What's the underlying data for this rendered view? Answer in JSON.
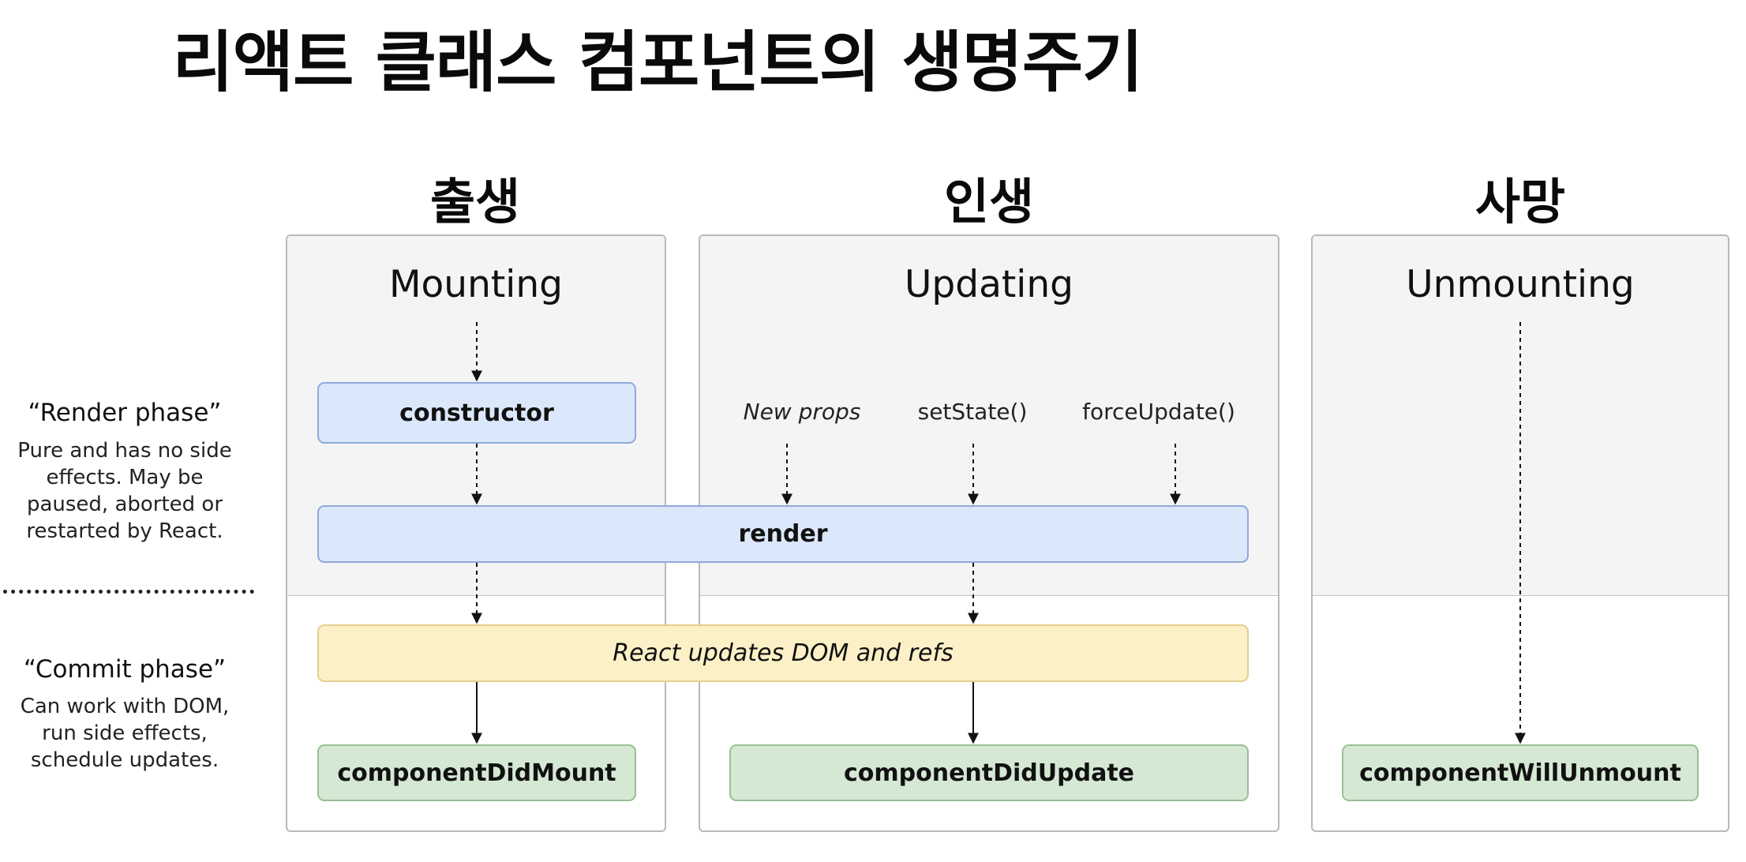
{
  "title": "리액트 클래스 컴포넌트의 생명주기",
  "stages": {
    "birth": "출생",
    "life": "인생",
    "death": "사망"
  },
  "columns": {
    "mounting": {
      "heading": "Mounting"
    },
    "updating": {
      "heading": "Updating",
      "triggers": [
        "New props",
        "setState()",
        "forceUpdate()"
      ]
    },
    "unmounting": {
      "heading": "Unmounting"
    }
  },
  "methods": {
    "constructor": "constructor",
    "render": "render",
    "dom_update": "React updates DOM and refs",
    "did_mount": "componentDidMount",
    "did_update": "componentDidUpdate",
    "will_unmount": "componentWillUnmount"
  },
  "phases": {
    "render": {
      "title": "“Render phase”",
      "description": [
        "Pure and has no side",
        "effects. May be",
        "paused, aborted or",
        "restarted by React."
      ]
    },
    "commit": {
      "title": "“Commit phase”",
      "description": [
        "Can work with DOM,",
        "run side effects,",
        "schedule updates."
      ]
    }
  },
  "colors": {
    "render_box": "#dbe7fb",
    "commit_box": "#fcf0c7",
    "lifecycle_box": "#d5e8d4",
    "render_area": "#f4f4f4"
  }
}
